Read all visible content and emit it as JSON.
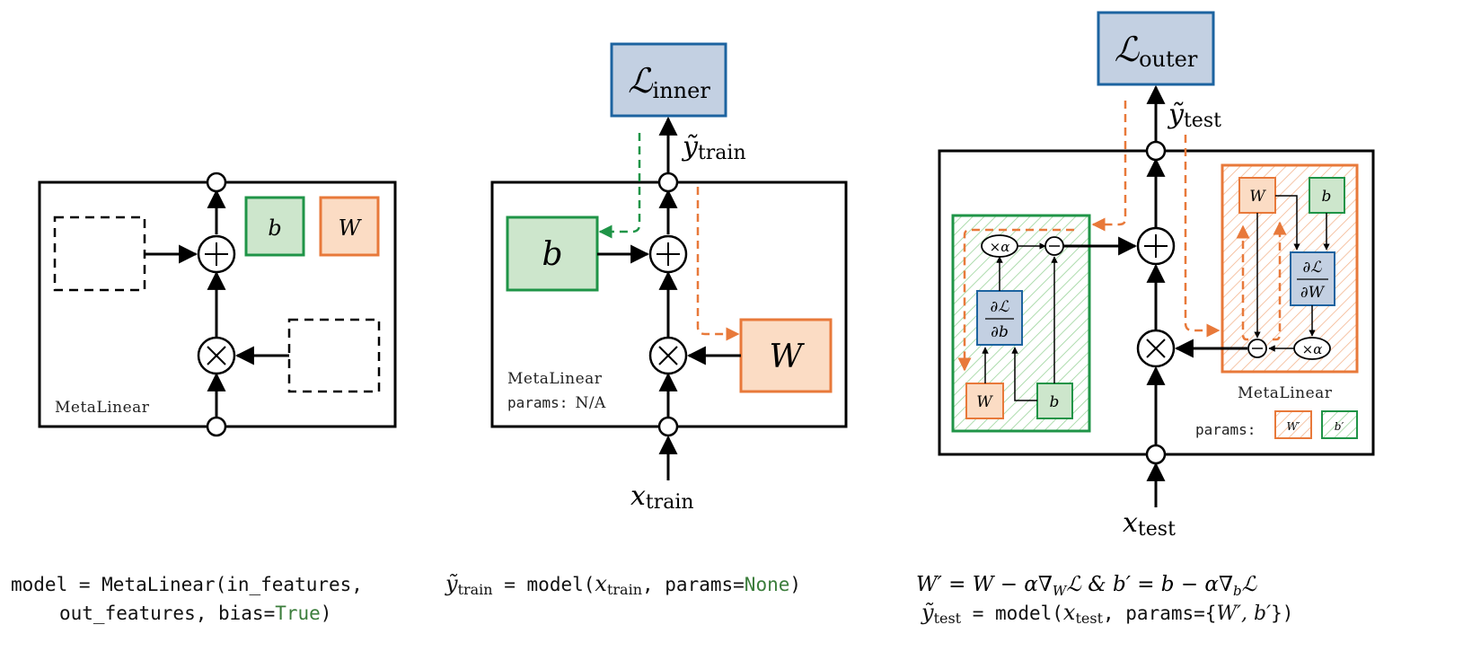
{
  "colors": {
    "green_stroke": "#1f9447",
    "green_fill": "#cde6cc",
    "orange_stroke": "#e8793a",
    "orange_fill": "#fbdcc4",
    "blue_stroke": "#1c63a0",
    "blue_fill": "#c3d0e2",
    "arrow_green": "#1f9447",
    "arrow_orange": "#e8793a"
  },
  "panel1": {
    "b_label": "b",
    "w_label": "W",
    "module_label": "MetaLinear",
    "code_line1": "model = MetaLinear(in_features,",
    "code_line2_a": "out_features, bias=",
    "code_line2_true": "True",
    "code_line2_close": ")"
  },
  "panel2": {
    "loss_symbol": "ℒ",
    "loss_sub": "inner",
    "y_symbol": "ỹ",
    "y_sub": "train",
    "x_symbol": "x",
    "x_sub": "train",
    "b_label": "b",
    "w_label": "W",
    "module_label": "MetaLinear",
    "params_label": "params:",
    "params_value": "N/A",
    "code_y": "ỹ",
    "code_y_sub": "train",
    "code_eq": " = model(",
    "code_x": "x",
    "code_x_sub": "train",
    "code_params": ", params=",
    "code_none": "None",
    "code_close": ")"
  },
  "panel3": {
    "loss_symbol": "ℒ",
    "loss_sub": "outer",
    "y_symbol": "ỹ",
    "y_sub": "test",
    "x_symbol": "x",
    "x_sub": "test",
    "times_alpha": "×α",
    "grad_b_num": "∂ℒ",
    "grad_b_den": "∂b",
    "grad_w_num": "∂ℒ",
    "grad_w_den": "∂W",
    "w_label": "W",
    "b_label": "b",
    "module_label": "MetaLinear",
    "params_label": "params:",
    "w_prime": "W′",
    "b_prime": "b′",
    "eq_line1": "W′ = W − α∇",
    "eq_line1_sub": "W",
    "eq_line1_b": "ℒ   &   b′ = b − α∇",
    "eq_line1_sub2": "b",
    "eq_line1_end": "ℒ",
    "eq_line2_y": "ỹ",
    "eq_line2_y_sub": "test",
    "eq_line2_mid": " = model(",
    "eq_line2_x": "x",
    "eq_line2_x_sub": "test",
    "eq_line2_params": ", params={",
    "eq_line2_set": "W′, b′",
    "eq_line2_close": "})"
  }
}
